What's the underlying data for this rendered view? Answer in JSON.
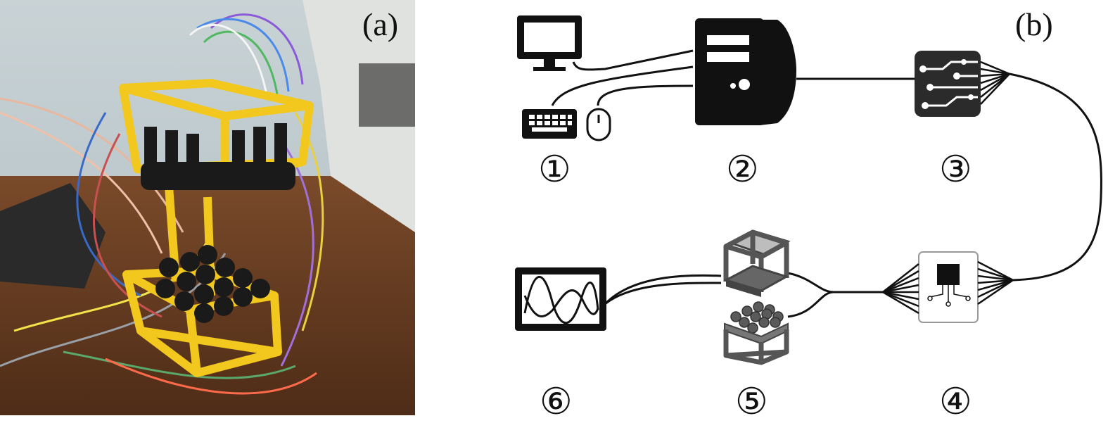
{
  "panels": {
    "a": {
      "label": "(a)"
    },
    "b": {
      "label": "(b)"
    }
  },
  "nodes": [
    {
      "id": "1",
      "marker": "①",
      "icon": "computer-peripherals-icon"
    },
    {
      "id": "2",
      "marker": "②",
      "icon": "desktop-tower-icon"
    },
    {
      "id": "3",
      "marker": "③",
      "icon": "circuit-board-icon"
    },
    {
      "id": "4",
      "marker": "④",
      "icon": "driver-chip-icon"
    },
    {
      "id": "5",
      "marker": "⑤",
      "icon": "transducer-array-frame-icon"
    },
    {
      "id": "6",
      "marker": "⑥",
      "icon": "oscilloscope-waveform-icon"
    }
  ],
  "colors": {
    "frame_yellow": "#f2c81e",
    "icon_black": "#111111",
    "board_dark": "#2b2b2b",
    "cube_gray": "#555555",
    "desk_brown": "#6b3f22"
  }
}
